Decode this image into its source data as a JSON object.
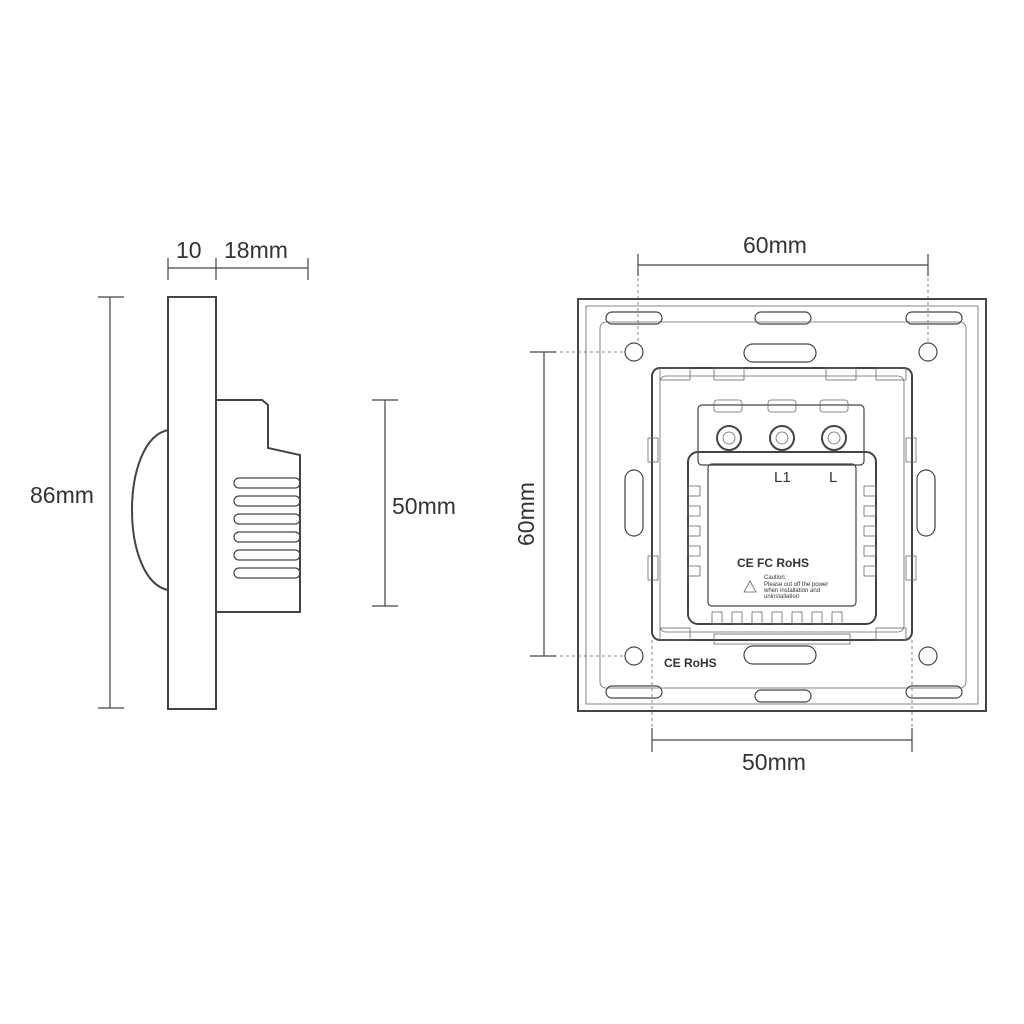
{
  "side_view": {
    "dim_top_left": "10",
    "dim_top_right": "18mm",
    "dim_height": "86mm",
    "dim_body": "50mm"
  },
  "back_view": {
    "dim_top_width": "60mm",
    "dim_left_height": "60mm",
    "dim_bottom_width": "50mm",
    "terminal_labels": [
      "L1",
      "L"
    ],
    "certification_marks": "CE FC RoHS",
    "frame_marks": "CE RoHS",
    "caution_title": "Caution:",
    "caution_lines": [
      "Please cut off the power",
      "when installation and",
      "uninstallation"
    ]
  },
  "colors": {
    "line": "#444444",
    "text": "#333333",
    "background": "#ffffff"
  }
}
